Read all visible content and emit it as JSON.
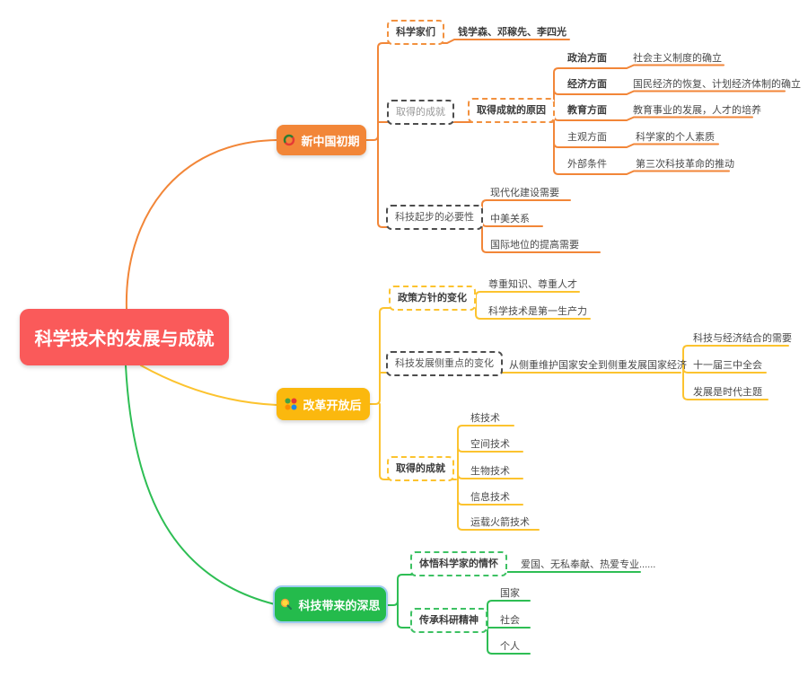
{
  "root": {
    "label": "科学技术的发展与成就",
    "color": "#FA5A5A"
  },
  "branch1": {
    "label": "新中国初期",
    "icon": "cycle-icon",
    "color": "#F28638",
    "scientists": {
      "label": "科学家们",
      "names": "钱学森、邓稼先、李四光"
    },
    "achievements": {
      "label": "取得的成就"
    },
    "reasons": {
      "label": "取得成就的原因",
      "rows": [
        {
          "aspect": "政治方面",
          "detail": "社会主义制度的确立"
        },
        {
          "aspect": "经济方面",
          "detail": "国民经济的恢复、计划经济体制的确立"
        },
        {
          "aspect": "教育方面",
          "detail": "教育事业的发展，人才的培养"
        },
        {
          "aspect": "主观方面",
          "detail": "科学家的个人素质"
        },
        {
          "aspect": "外部条件",
          "detail": "第三次科技革命的推动"
        }
      ]
    },
    "necessity": {
      "label": "科技起步的必要性",
      "items": [
        "现代化建设需要",
        "中美关系",
        "国际地位的提高需要"
      ]
    }
  },
  "branch2": {
    "label": "改革开放后",
    "icon": "grid-icon",
    "color": "#FBB80E",
    "policy": {
      "label": "政策方针的变化",
      "items": [
        "尊重知识、尊重人才",
        "科学技术是第一生产力"
      ]
    },
    "focus": {
      "label": "科技发展侧重点的变化",
      "detail": "从侧重维护国家安全到侧重发展国家经济",
      "items": [
        "科技与经济结合的需要",
        "十一届三中全会",
        "发展是时代主题"
      ]
    },
    "achievements": {
      "label": "取得的成就",
      "items": [
        "核技术",
        "空间技术",
        "生物技术",
        "信息技术",
        "运载火箭技术"
      ]
    }
  },
  "branch3": {
    "label": "科技带来的深思",
    "icon": "magnifier-icon",
    "color": "#24BB4C",
    "selection_color": "#9CCBEF",
    "sentiment": {
      "label": "体悟科学家的情怀",
      "detail": "爱国、无私奉献、热爱专业......"
    },
    "spirit": {
      "label": "传承科研精神",
      "items": [
        "国家",
        "社会",
        "个人"
      ]
    }
  }
}
